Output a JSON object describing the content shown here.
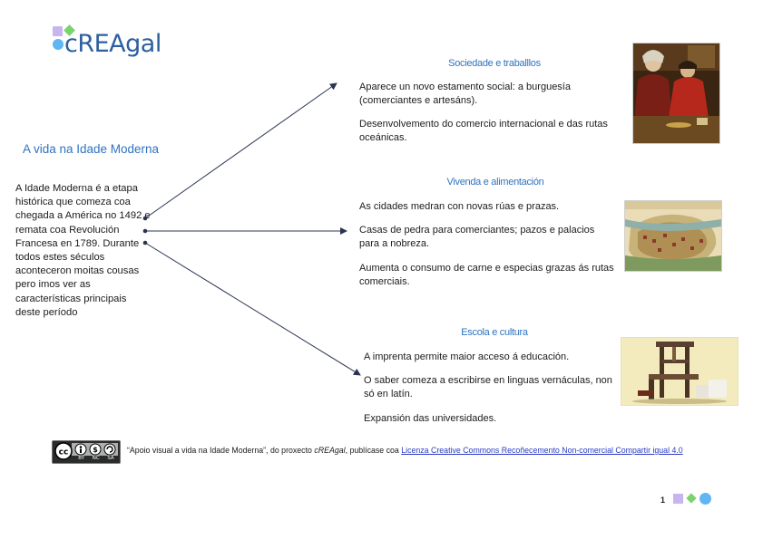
{
  "logo": {
    "text": "cREAgal"
  },
  "left": {
    "title": "A vida na Idade Moderna",
    "text": "A Idade Moderna é a etapa histórica que comeza coa chegada a América no 1492 e remata coa Revolución Francesa en 1789. Durante todos estes séculos aconteceron moitas cousas pero imos ver as características principais deste período"
  },
  "sections": {
    "sociedade": {
      "title": "Sociedade e traballlos",
      "items": [
        "Aparece un novo estamento social: a burguesía (comerciantes e artesáns).",
        "Desenvolvemento do comercio internacional e das rutas oceánicas."
      ]
    },
    "vivenda": {
      "title": "Vivenda e alimentación",
      "items": [
        "As cidades medran con novas rúas e prazas.",
        "Casas de pedra para comerciantes; pazos e palacios para a nobreza.",
        "Aumenta o consumo de carne e especias grazas ás rutas comerciais."
      ]
    },
    "escola": {
      "title": "Escola e cultura",
      "items": [
        "A imprenta permite maior acceso á educación.",
        "O saber comeza a escribirse en linguas vernáculas, non só en latín.",
        "Expansión das universidades."
      ]
    }
  },
  "license": {
    "prefix": "“Apoio visual a vida na Idade Moderna”, do proxecto ",
    "project": "cREAgal",
    "middle": ", publícase coa ",
    "link": "Licenza Creative Commons Recoñecemento Non-comercial Compartir igual 4.0",
    "cc_labels": [
      "BY",
      "NC",
      "SA"
    ]
  },
  "page_number": "1",
  "colors": {
    "accent": "#2f73c0",
    "logo_purple": "#c8b4ef",
    "logo_green": "#7ad36c",
    "logo_blue": "#5fb6f2",
    "arrow": "#2b3350"
  }
}
